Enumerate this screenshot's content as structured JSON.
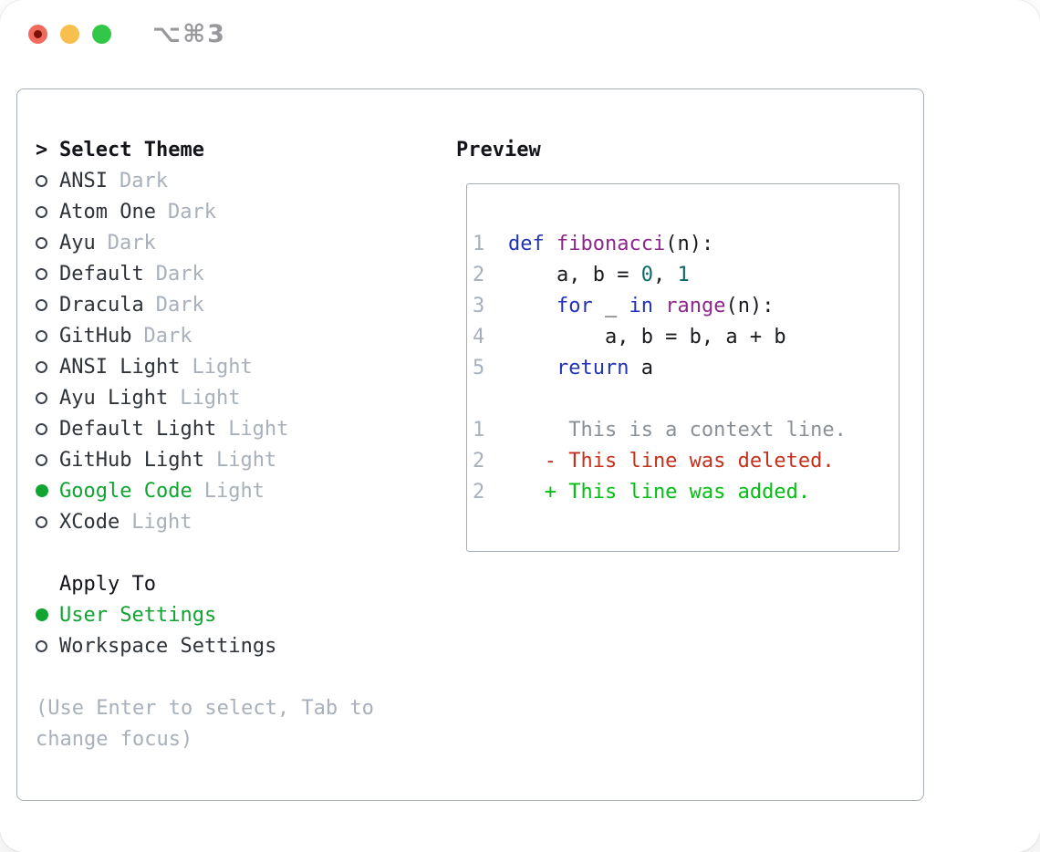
{
  "window": {
    "title": "⌥⌘3",
    "traffic_lights": [
      {
        "name": "close",
        "color": "#f06a5e",
        "dot": "#7e120b"
      },
      {
        "name": "minimize",
        "color": "#f6bf4e"
      },
      {
        "name": "zoom",
        "color": "#32c747"
      }
    ]
  },
  "theme_panel": {
    "cursor": ">",
    "title": "Select Theme",
    "themes": [
      {
        "name": "ANSI",
        "variant": "Dark",
        "selected": false
      },
      {
        "name": "Atom One",
        "variant": "Dark",
        "selected": false
      },
      {
        "name": "Ayu",
        "variant": "Dark",
        "selected": false
      },
      {
        "name": "Default",
        "variant": "Dark",
        "selected": false
      },
      {
        "name": "Dracula",
        "variant": "Dark",
        "selected": false
      },
      {
        "name": "GitHub",
        "variant": "Dark",
        "selected": false
      },
      {
        "name": "ANSI Light",
        "variant": "Light",
        "selected": false
      },
      {
        "name": "Ayu Light",
        "variant": "Light",
        "selected": false
      },
      {
        "name": "Default Light",
        "variant": "Light",
        "selected": false
      },
      {
        "name": "GitHub Light",
        "variant": "Light",
        "selected": false
      },
      {
        "name": "Google Code",
        "variant": "Light",
        "selected": true
      },
      {
        "name": "XCode",
        "variant": "Light",
        "selected": false
      }
    ],
    "apply_to": {
      "title": "Apply To",
      "options": [
        {
          "name": "User Settings",
          "selected": true
        },
        {
          "name": "Workspace Settings",
          "selected": false
        }
      ]
    },
    "hint_lines": [
      "(Use Enter to select, Tab to",
      "change focus)"
    ]
  },
  "preview": {
    "title": "Preview",
    "lines": [
      {
        "num": "1",
        "segments": [
          {
            "t": "def",
            "c": "keyword"
          },
          {
            "t": " "
          },
          {
            "t": "fibonacci",
            "c": "function"
          },
          {
            "t": "(n):"
          }
        ]
      },
      {
        "num": "2",
        "segments": [
          {
            "t": "    a, b = "
          },
          {
            "t": "0",
            "c": "number"
          },
          {
            "t": ", "
          },
          {
            "t": "1",
            "c": "number"
          }
        ]
      },
      {
        "num": "3",
        "segments": [
          {
            "t": "    "
          },
          {
            "t": "for",
            "c": "keyword"
          },
          {
            "t": " _ "
          },
          {
            "t": "in",
            "c": "keyword"
          },
          {
            "t": " "
          },
          {
            "t": "range",
            "c": "function"
          },
          {
            "t": "(n):"
          }
        ]
      },
      {
        "num": "4",
        "segments": [
          {
            "t": "        a, b = b, a + b"
          }
        ]
      },
      {
        "num": "5",
        "segments": [
          {
            "t": "    "
          },
          {
            "t": "return",
            "c": "keyword"
          },
          {
            "t": " a"
          }
        ]
      },
      {
        "num": "",
        "segments": []
      },
      {
        "num": "1",
        "segments": [
          {
            "t": "     This is a context line.",
            "c": "context"
          }
        ]
      },
      {
        "num": "2",
        "segments": [
          {
            "t": "   - This line was deleted.",
            "c": "deleted"
          }
        ]
      },
      {
        "num": "2",
        "segments": [
          {
            "t": "   + This line was added.",
            "c": "added"
          }
        ]
      }
    ]
  },
  "colors": {
    "text": "#2e333a",
    "bold_text": "#121419",
    "code_text": "#191b1f",
    "muted": "#a7b0bb",
    "accent_green": "#10a431",
    "keyword": "#2133b4",
    "function": "#8e278c",
    "number": "#0c6b68",
    "line_number": "#a7b0bb",
    "context": "#899097",
    "deleted": "#c4301b",
    "added": "#02bf11",
    "border": "#a7adb7",
    "title_gray": "#98989d",
    "radio_outline": "#3d434c"
  }
}
